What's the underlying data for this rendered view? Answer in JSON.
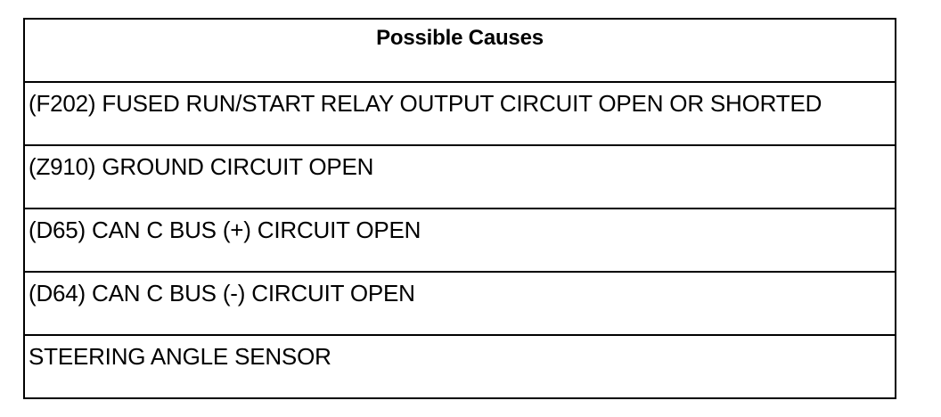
{
  "table": {
    "header": "Possible Causes",
    "rows": [
      "(F202) FUSED RUN/START RELAY OUTPUT CIRCUIT OPEN OR SHORTED",
      "(Z910) GROUND CIRCUIT OPEN",
      "(D65) CAN C BUS (+) CIRCUIT OPEN",
      "(D64) CAN C BUS (-) CIRCUIT OPEN",
      "STEERING ANGLE SENSOR"
    ]
  }
}
